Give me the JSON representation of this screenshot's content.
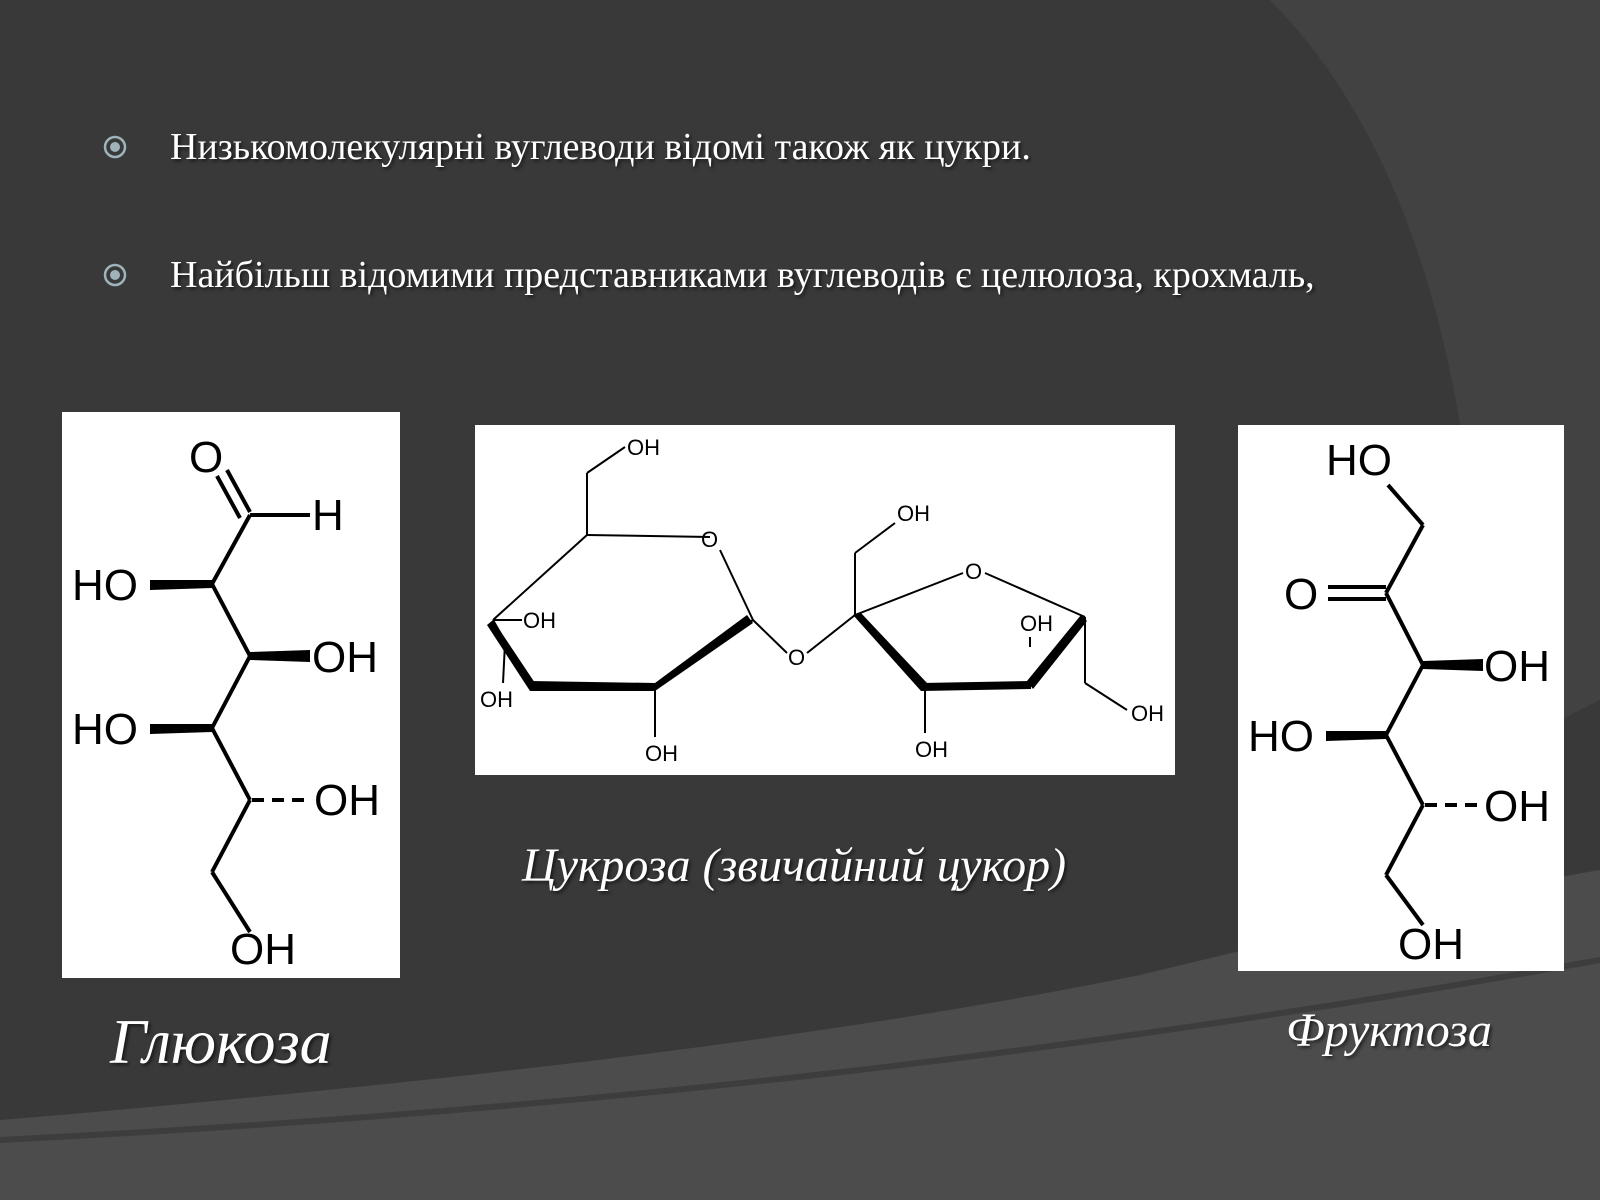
{
  "bullets": [
    "Низькомолекулярні вуглеводи відомі також як цукри.",
    "Найбільш відомими представниками вуглеводів є целюлоза, крохмаль,"
  ],
  "captions": {
    "glucose": "Глюкоза",
    "sucrose": "Цукроза (звичайний цукор)",
    "fructose": "Фруктоза"
  },
  "atoms": {
    "o": "O",
    "h": "H",
    "ho": "HO",
    "oh": "OH"
  },
  "colors": {
    "background": "#393939",
    "swoosh": "#4a4a4a",
    "bullet": "#9fb3bb",
    "text": "#ffffff"
  },
  "icons": {
    "bullet": "circled-dot-icon"
  }
}
